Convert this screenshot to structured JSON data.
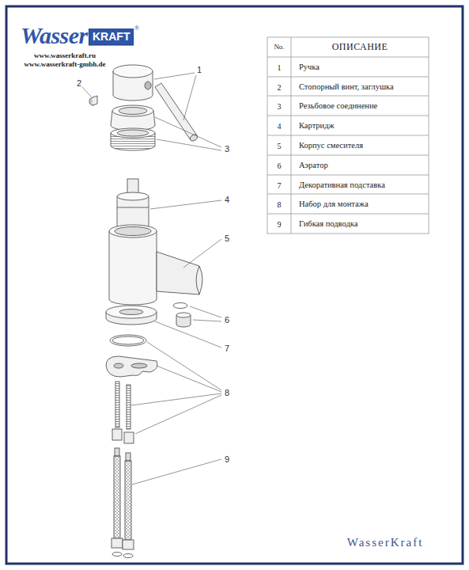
{
  "diagram": {
    "labels": [
      "Wasser",
      "KRAFT",
      "®",
      "www.wasserkraft.ru",
      "www.wasserkraft-gmbh.de",
      "1",
      "2",
      "3",
      "4",
      "5",
      "6",
      "7",
      "8",
      "9",
      "No.",
      "ОПИСАНИЕ",
      "1",
      "Ручка",
      "2",
      "Стопорный винт, заглушка",
      "3",
      "Резьбовое соединение",
      "4",
      "Картридж",
      "5",
      "Корпус смесителя",
      "6",
      "Аэратор",
      "7",
      "Декоративная подставка",
      "8",
      "Набор для монтажа",
      "9",
      "Гибкая подводка",
      "WasserKraft"
    ]
  }
}
